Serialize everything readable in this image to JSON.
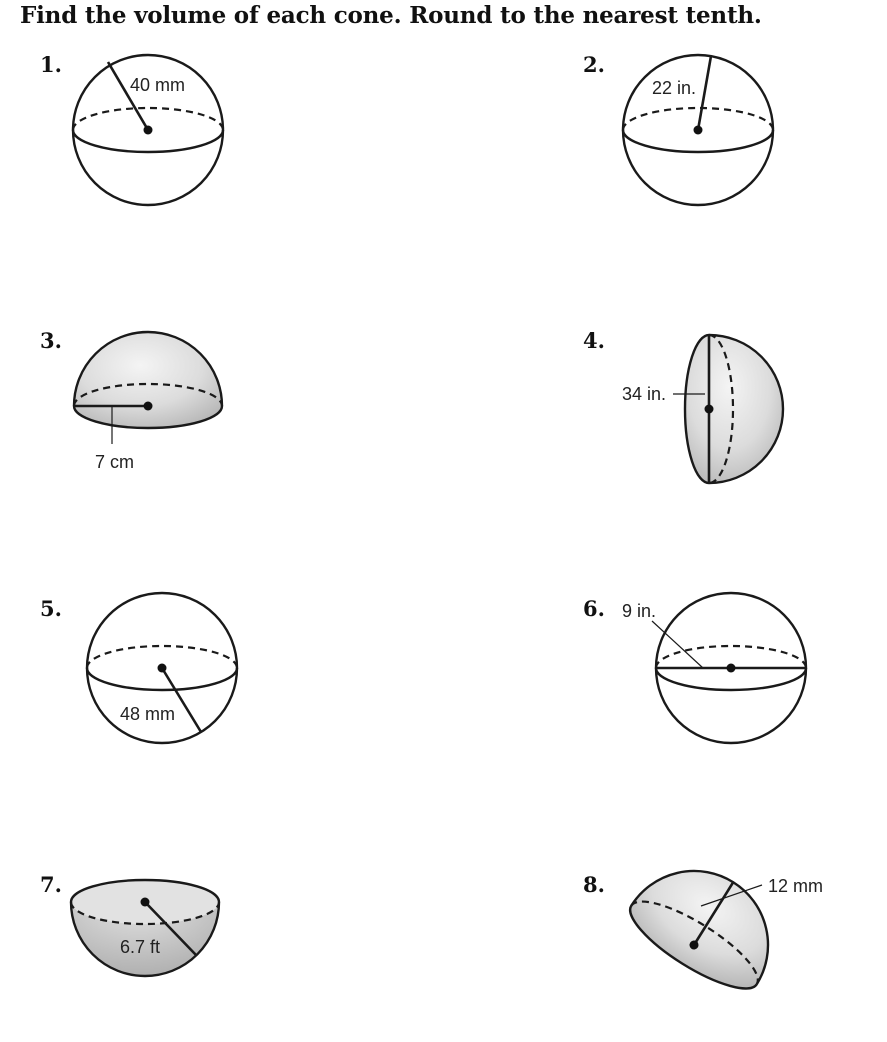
{
  "title": "Find the volume of each cone. Round to the nearest tenth.",
  "problems": [
    {
      "number": "1.",
      "shape": "sphere",
      "label": "40 mm"
    },
    {
      "number": "2.",
      "shape": "sphere",
      "label": "22 in."
    },
    {
      "number": "3.",
      "shape": "hemisphere",
      "label": "7 cm"
    },
    {
      "number": "4.",
      "shape": "hemisphere",
      "label": "34 in."
    },
    {
      "number": "5.",
      "shape": "sphere",
      "label": "48 mm"
    },
    {
      "number": "6.",
      "shape": "sphere",
      "label": "9 in."
    },
    {
      "number": "7.",
      "shape": "hemisphere",
      "label": "6.7 ft"
    },
    {
      "number": "8.",
      "shape": "hemisphere",
      "label": "12 mm"
    }
  ]
}
